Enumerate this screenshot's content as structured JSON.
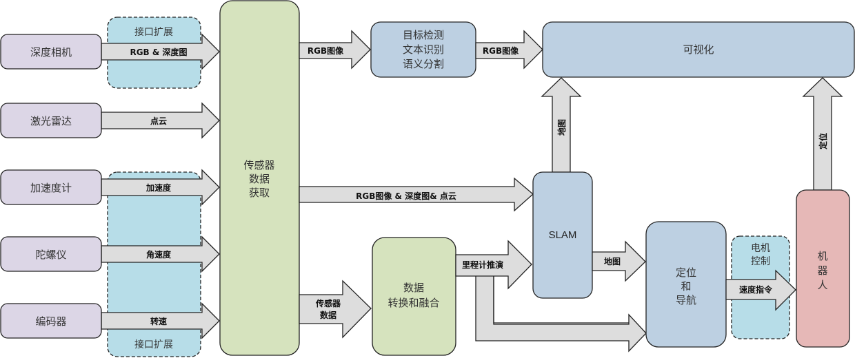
{
  "colors": {
    "sensor": "#dcd6e6",
    "acquire": "#d6e3be",
    "process": "#bdd0e2",
    "robot": "#e6b8b7",
    "interface": "#b7dde8",
    "arrow": "#dddddd"
  },
  "sensors": [
    {
      "id": "depth-camera",
      "label": "深度相机",
      "output": "RGB & 深度图"
    },
    {
      "id": "lidar",
      "label": "激光雷达",
      "output": "点云"
    },
    {
      "id": "accelerometer",
      "label": "加速度计",
      "output": "加速度"
    },
    {
      "id": "gyroscope",
      "label": "陀螺仪",
      "output": "角速度"
    },
    {
      "id": "encoder",
      "label": "编码器",
      "output": "转速"
    }
  ],
  "interface_ext": {
    "top_label": "接口扩展",
    "bottom_label": "接口扩展"
  },
  "nodes": {
    "acquire": [
      "传感器",
      "数据",
      "获取"
    ],
    "detection": [
      "目标检测",
      "文本识别",
      "语义分割"
    ],
    "visualization": [
      "可视化"
    ],
    "slam": [
      "SLAM"
    ],
    "fusion": [
      "数据",
      "转换和融合"
    ],
    "nav": [
      "定位",
      "和",
      "导航"
    ],
    "motor": [
      "电机",
      "控制"
    ],
    "robot": [
      "机",
      "器",
      "人"
    ]
  },
  "arrows": {
    "acquire_to_detection": "RGB图像",
    "detection_to_vis": "RGB图像",
    "acquire_to_slam": "RGB图像 & 深度图& 点云",
    "acquire_to_fusion": [
      "传感器",
      "数据"
    ],
    "fusion_to_slam": "里程计推演",
    "slam_to_nav": "地图",
    "slam_to_vis": "地图",
    "nav_to_robot": "速度指令",
    "robot_to_vis": "定位"
  }
}
